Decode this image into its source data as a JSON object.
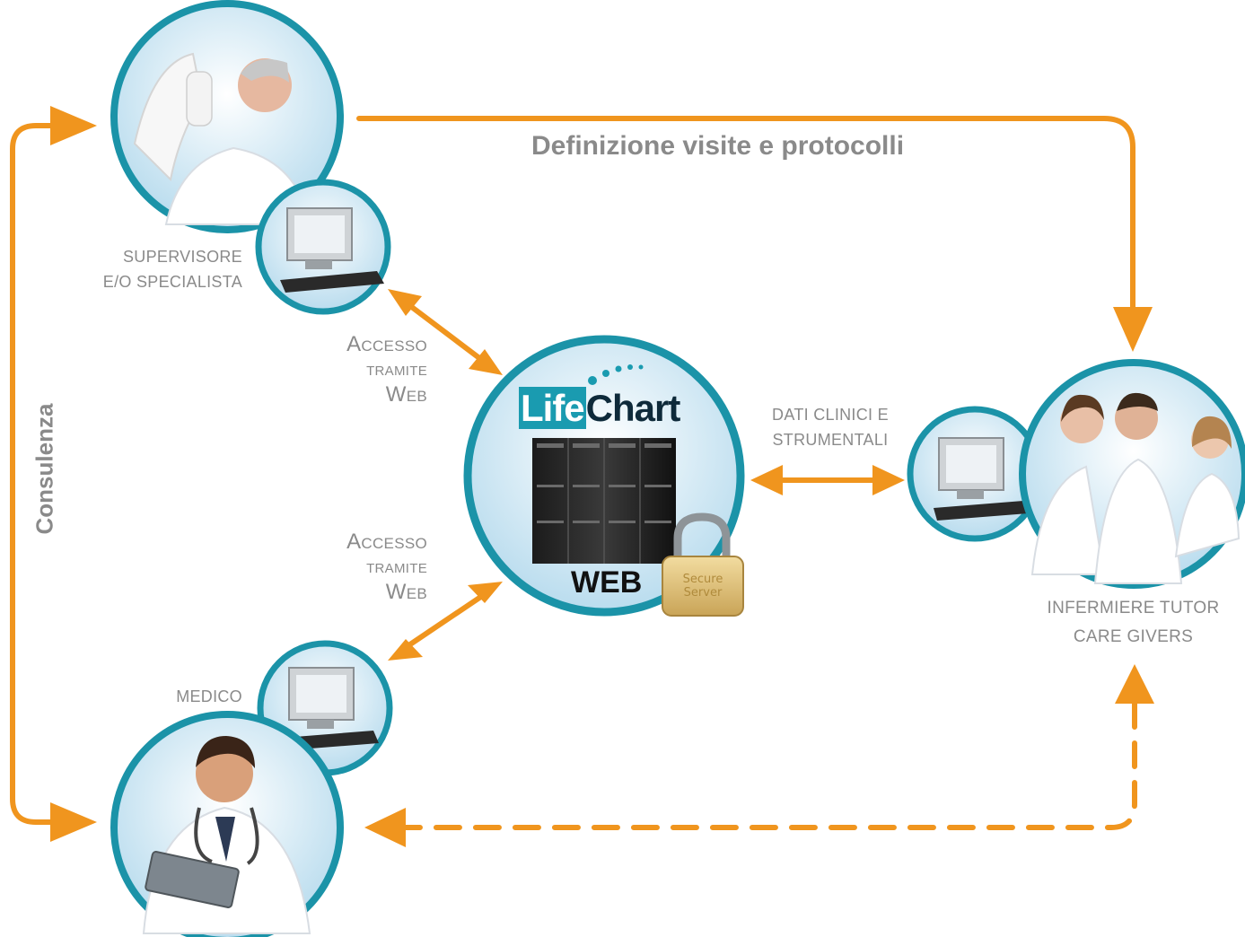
{
  "colors": {
    "arrow": "#f0951e",
    "ring": "#1b93a8",
    "label": "#8a8a8a",
    "brand_teal": "#1a9bb0",
    "brand_dark": "#0e2a3a"
  },
  "top_flow": {
    "label": "Definizione visite e protocolli"
  },
  "left_flow": {
    "label": "Consulenza"
  },
  "supervisor": {
    "line1": "SUPERVISORE",
    "line2": "E/O SPECIALISTA"
  },
  "access_top": {
    "line1": "Accesso",
    "line2": "tramite",
    "line3": "Web"
  },
  "access_bottom": {
    "line1": "Accesso",
    "line2": "tramite",
    "line3": "Web"
  },
  "medico": {
    "label": "MEDICO"
  },
  "data_link": {
    "line1": "DATI CLINICI E",
    "line2": "STRUMENTALI"
  },
  "nurses": {
    "line1": "INFERMIERE TUTOR",
    "line2": "CARE GIVERS"
  },
  "server": {
    "brand_part1": "Life",
    "brand_part2": "Chart",
    "web_label": "WEB",
    "lock_line1": "Secure",
    "lock_line2": "Server"
  }
}
